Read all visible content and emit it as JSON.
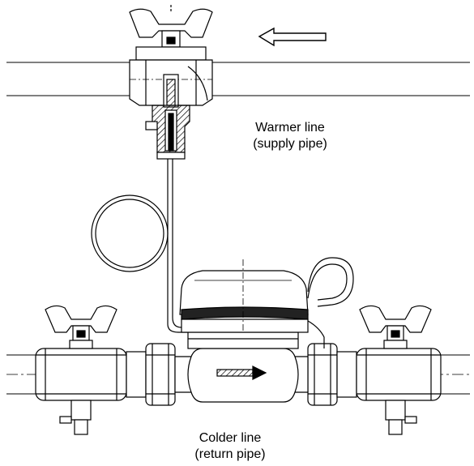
{
  "labels": {
    "warmer_line": "Warmer line",
    "supply_pipe": "(supply pipe)",
    "colder_line": "Colder line",
    "return_pipe": "(return pipe)"
  },
  "icons": {
    "flow_arrow": "arrow-left-outline"
  },
  "colors": {
    "line": "#000000",
    "hatch": "#000000",
    "fill": "#ffffff",
    "dark_band": "#222222"
  }
}
